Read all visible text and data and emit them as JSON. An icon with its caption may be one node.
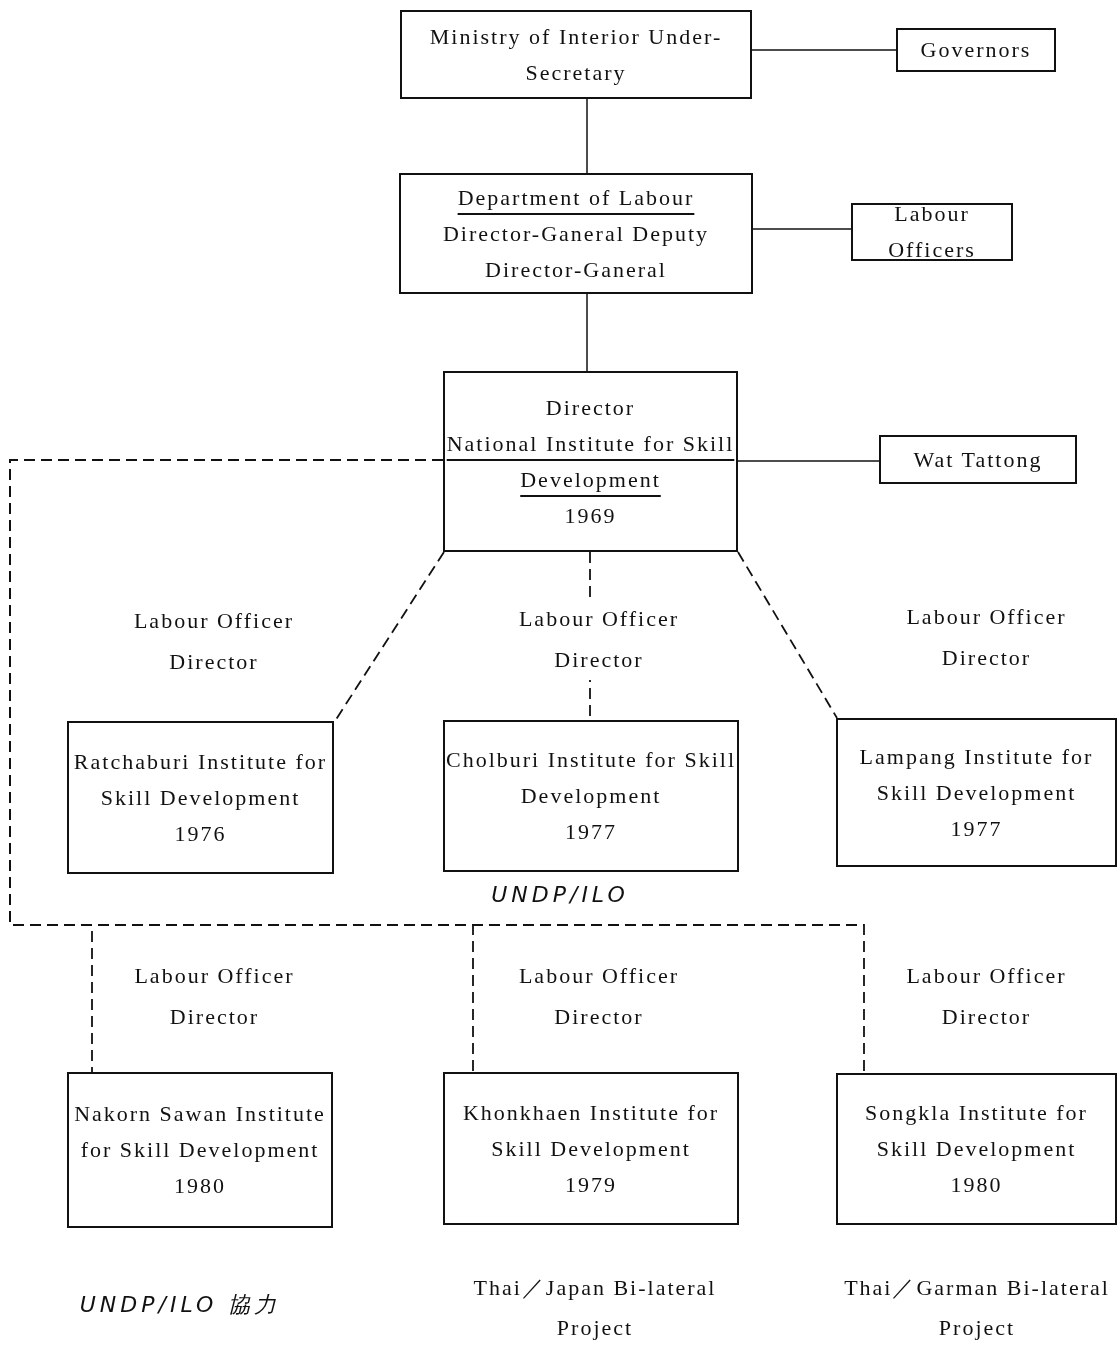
{
  "diagram": {
    "nodes": [
      {
        "text": [
          "Ministry of Interior Under-Secretary"
        ]
      },
      {
        "text": [
          "Governors"
        ]
      },
      {
        "text": [
          "Department of Labour",
          "Director-Ganeral Deputy Director-Ganeral"
        ]
      },
      {
        "text": [
          "Labour Officers"
        ]
      },
      {
        "text": [
          "Director",
          "National Institute for Skill Development",
          "1969"
        ]
      },
      {
        "text": [
          "Wat Tattong"
        ]
      },
      {
        "text": [
          "Ratchaburi Institute for Skill Development",
          "1976"
        ]
      },
      {
        "text": [
          "Cholburi Institute for Skill Development",
          "1977"
        ],
        "beside": [
          "UNDP/ILO"
        ]
      },
      {
        "text": [
          "Lampang Institute for Skill Development",
          "1977"
        ]
      },
      {
        "text": [
          "Nakorn Sawan Institute for Skill Development",
          "1980"
        ],
        "beside": [
          "UNDP/ILO 協力"
        ]
      },
      {
        "text": [
          "Khonkhaen Institute for Skill Development",
          "1979"
        ],
        "beside": [
          "Thai／Japan Bi-lateral Project"
        ]
      },
      {
        "text": [
          "Songkla Institute for Skill Development",
          "1980"
        ],
        "beside": [
          "Thai／Garman Bi-lateral Project"
        ]
      }
    ],
    "edges": [
      {
        "from": 0,
        "to": 1,
        "arrow": "none"
      },
      {
        "from": 0,
        "to": 2,
        "arrow": "none"
      },
      {
        "from": 2,
        "to": 3,
        "arrow": "none"
      },
      {
        "from": 2,
        "to": 4,
        "arrow": "none"
      },
      {
        "from": 4,
        "to": 5,
        "arrow": "none"
      },
      {
        "from": 4,
        "to": 6,
        "arrow": "none",
        "style": "dashed"
      },
      {
        "from": 4,
        "to": 7,
        "arrow": "none",
        "style": "dashed"
      },
      {
        "from": 4,
        "to": 8,
        "arrow": "none",
        "style": "dashed"
      },
      {
        "from": 4,
        "to": 9,
        "arrow": "none",
        "style": "dashed"
      },
      {
        "from": 4,
        "to": 10,
        "arrow": "none",
        "style": "dashed"
      },
      {
        "from": 4,
        "to": 11,
        "arrow": "none",
        "style": "dashed"
      }
    ],
    "labels": [
      "Labour Officer Director",
      "Labour Officer Director",
      "Labour Officer Director",
      "Labour Officer Director",
      "Labour Officer Director",
      "Labour Officer Director"
    ]
  }
}
